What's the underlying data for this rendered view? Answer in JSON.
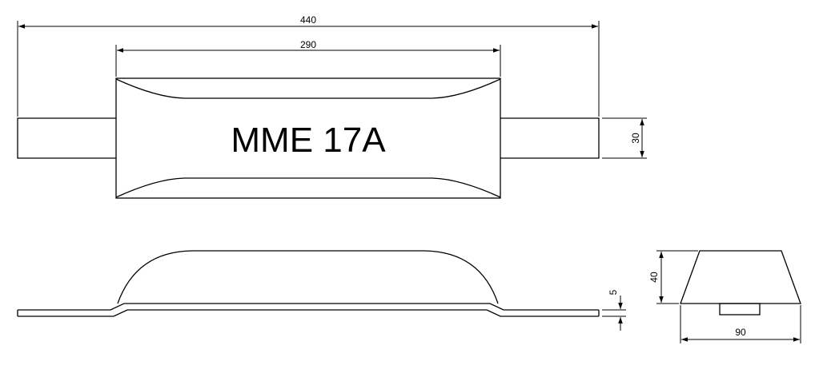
{
  "label": "MME 17A",
  "dimensions": {
    "overall_length": "440",
    "body_length": "290",
    "strap_width": "30",
    "strap_thickness": "5",
    "height": "40",
    "base_width": "90"
  }
}
